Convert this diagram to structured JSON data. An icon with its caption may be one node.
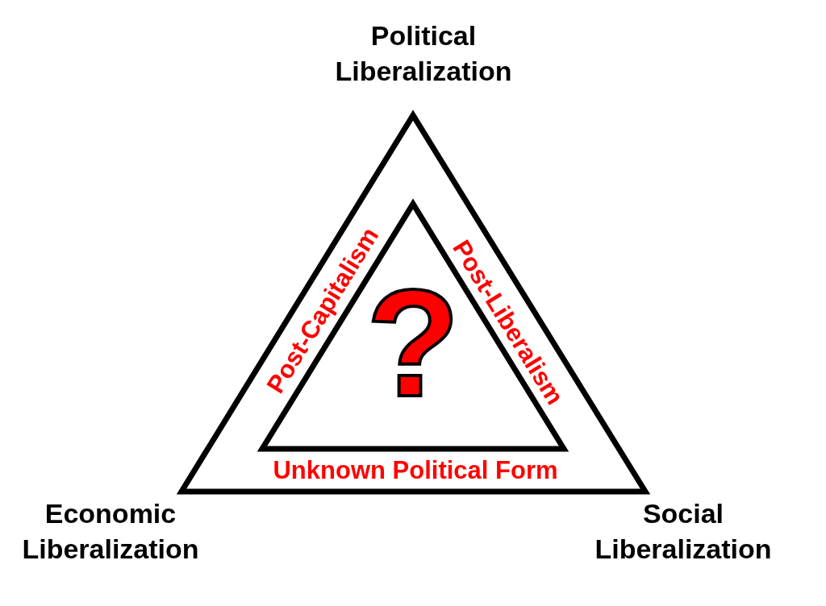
{
  "diagram": {
    "nodes": [
      {
        "text": [
          "Post-Capitalism",
          "Post-Liberalism",
          "Unknown Political Form"
        ],
        "beside": [
          "Political Liberalization",
          "Economic Liberalization",
          "Social Liberalization"
        ]
      },
      {
        "text": [
          "?"
        ],
        "in": 0
      }
    ]
  }
}
